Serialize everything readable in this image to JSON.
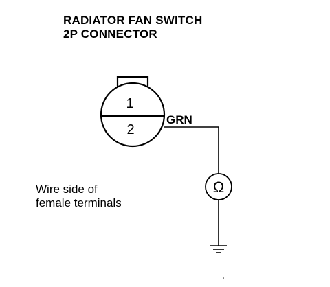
{
  "title": {
    "line1": "RADIATOR FAN SWITCH",
    "line2": "2P CONNECTOR"
  },
  "connector": {
    "terminal_top": "1",
    "terminal_bottom": "2"
  },
  "wire": {
    "color_label": "GRN"
  },
  "meter": {
    "symbol": "Ω",
    "icon": "ohmmeter-icon"
  },
  "ground": {
    "icon": "ground-symbol-icon"
  },
  "caption": {
    "line1": "Wire side of",
    "line2": "female terminals"
  }
}
